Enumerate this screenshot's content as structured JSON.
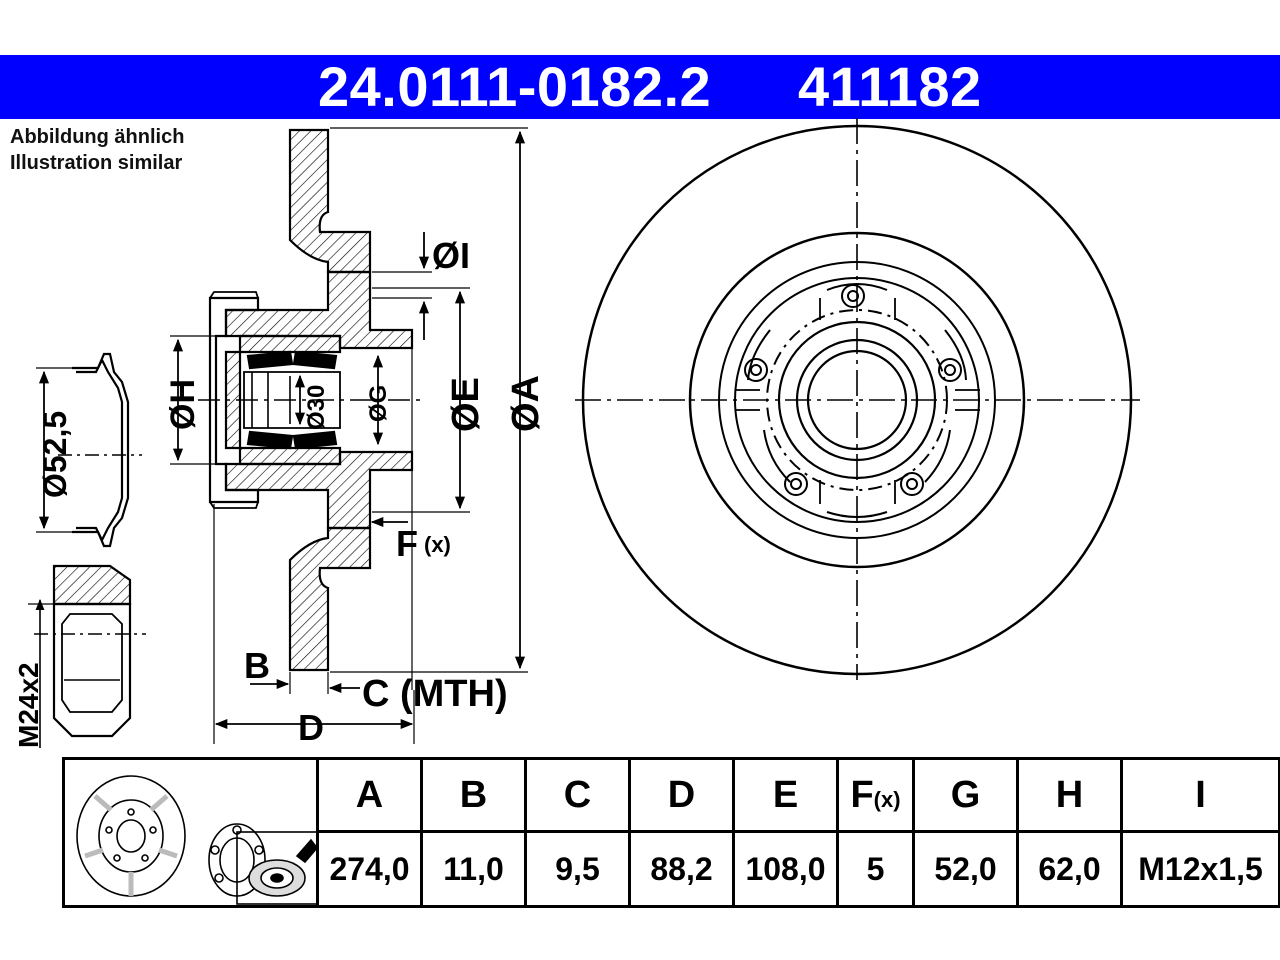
{
  "header": {
    "part_number": "24.0111-0182.2",
    "ref_number": "411182",
    "banner_color": "#0000ff"
  },
  "note": {
    "line_de": "Abbildung ähnlich",
    "line_en": "Illustration similar"
  },
  "labels": {
    "dia_I": "ØI",
    "dia_E": "ØE",
    "dia_A": "ØA",
    "dia_H": "ØH",
    "dia_30": "Ø30",
    "dia_G": "ØG",
    "F_main": "F",
    "F_sub": "(x)",
    "B": "B",
    "C": "C (MTH)",
    "D": "D",
    "dia_52": "Ø52,5",
    "thread": "M24x2"
  },
  "table": {
    "headers": [
      "A",
      "B",
      "C",
      "D",
      "E",
      "F",
      "G",
      "H",
      "I"
    ],
    "header_F_sub": "(x)",
    "values": [
      "274,0",
      "11,0",
      "9,5",
      "88,2",
      "108,0",
      "5",
      "52,0",
      "62,0",
      "M12x1,5"
    ]
  },
  "icons": [
    "brake-disc-icon",
    "bearing-icon",
    "sensor-ring-icon"
  ]
}
